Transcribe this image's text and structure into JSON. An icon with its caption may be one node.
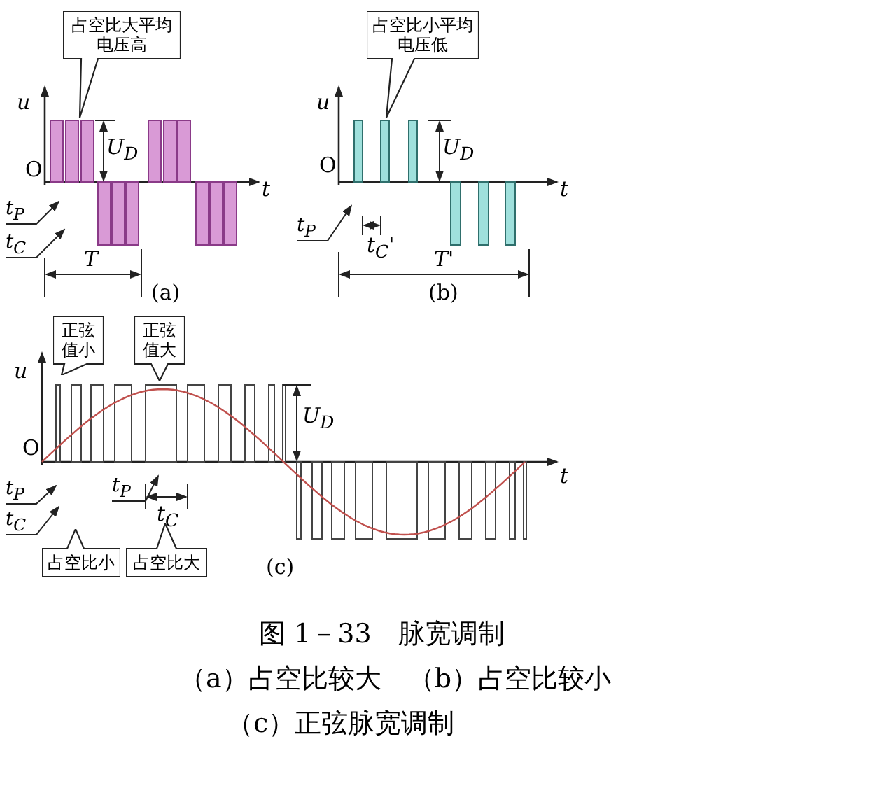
{
  "diagram": {
    "caption": "图 1－33　脉宽调制",
    "nodes": [
      {
        "text": [
          "占空比大平均电压高"
        ]
      },
      {
        "text": [
          "t$_{P}$"
        ]
      },
      {
        "text": [
          "t$_{C}$"
        ]
      },
      {
        "text": [
          "占空比小平均电压低"
        ]
      },
      {
        "text": [
          "t$_{P}$"
        ]
      },
      {
        "text": [
          "正弦值小"
        ]
      },
      {
        "text": [
          "正弦值大"
        ]
      },
      {
        "text": [
          "t$_{P}$"
        ]
      },
      {
        "text": [
          "t$_{C}$"
        ]
      },
      {
        "text": [
          "占空比小"
        ]
      },
      {
        "text": [
          "占空比大"
        ]
      },
      {
        "text": [
          "t$_{P}$"
        ]
      }
    ],
    "edges": [
      {
        "from": 1,
        "to": null,
        "arrow": "to"
      },
      {
        "from": 2,
        "to": null,
        "arrow": "to"
      },
      {
        "from": 4,
        "to": null,
        "arrow": "to"
      },
      {
        "from": 7,
        "to": null,
        "arrow": "to"
      },
      {
        "from": 8,
        "to": null,
        "arrow": "to"
      },
      {
        "from": 11,
        "to": null,
        "arrow": "to"
      }
    ],
    "labels": [
      "u",
      "O",
      "U$_{D}$",
      "t",
      "T",
      "(a)",
      "u",
      "O",
      "U$_{D}$",
      "t",
      "t$_{C}$'",
      "T'",
      "(b)",
      "u",
      "U$_{D}$",
      "O",
      "t",
      "t$_{C}$",
      "(c)",
      "（a）占空比较大　（b）占空比较小",
      "（c）正弦脉宽调制"
    ]
  }
}
